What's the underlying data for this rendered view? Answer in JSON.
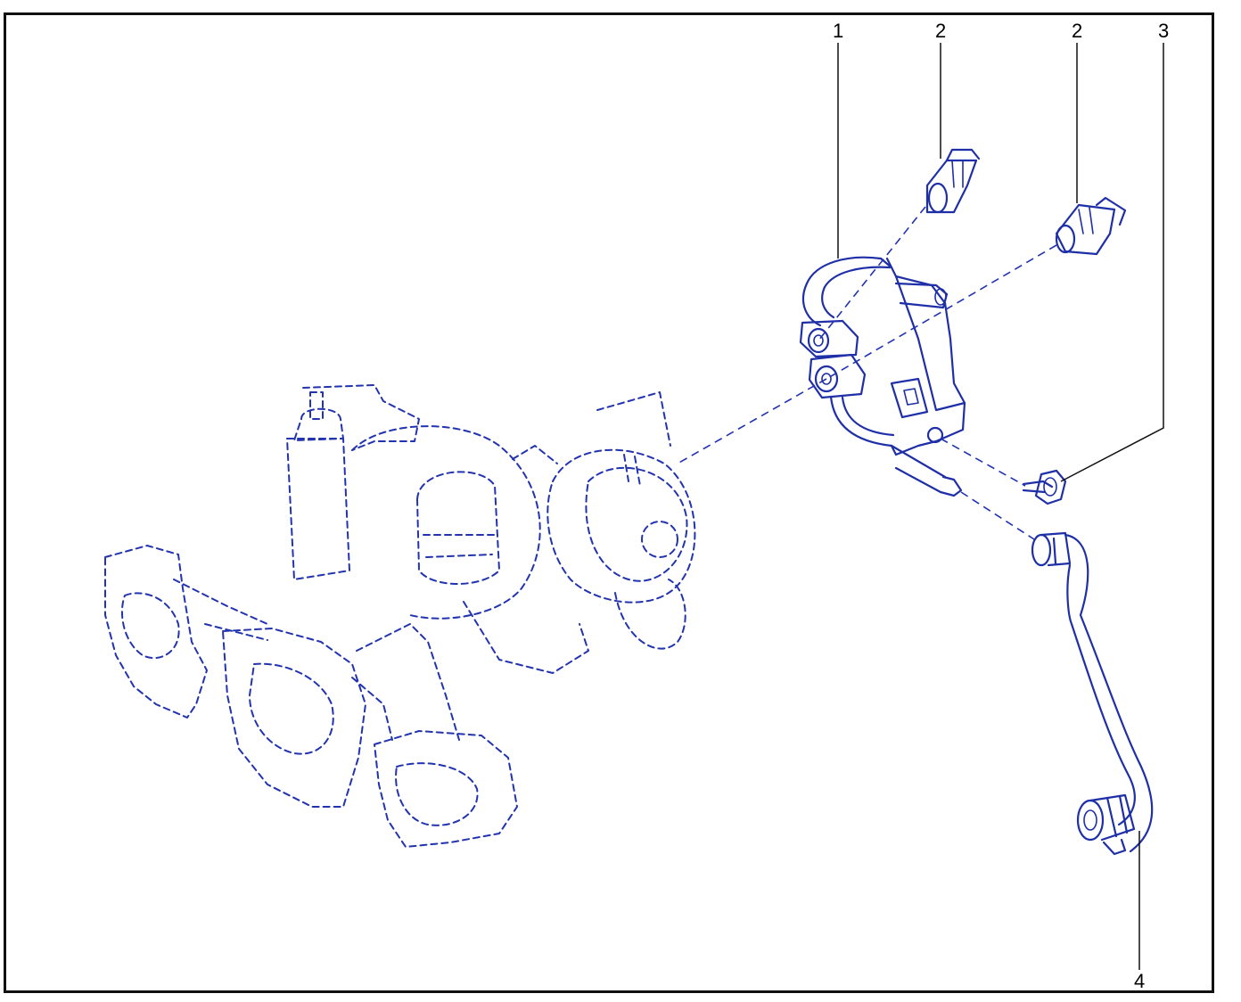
{
  "diagram": {
    "callouts": [
      {
        "id": "c1",
        "label": "1"
      },
      {
        "id": "c2a",
        "label": "2"
      },
      {
        "id": "c2b",
        "label": "2"
      },
      {
        "id": "c3",
        "label": "3"
      },
      {
        "id": "c4",
        "label": "4"
      }
    ],
    "colors": {
      "line_art": "#1f2fa8",
      "frame": "#111111",
      "background": "#ffffff"
    }
  }
}
